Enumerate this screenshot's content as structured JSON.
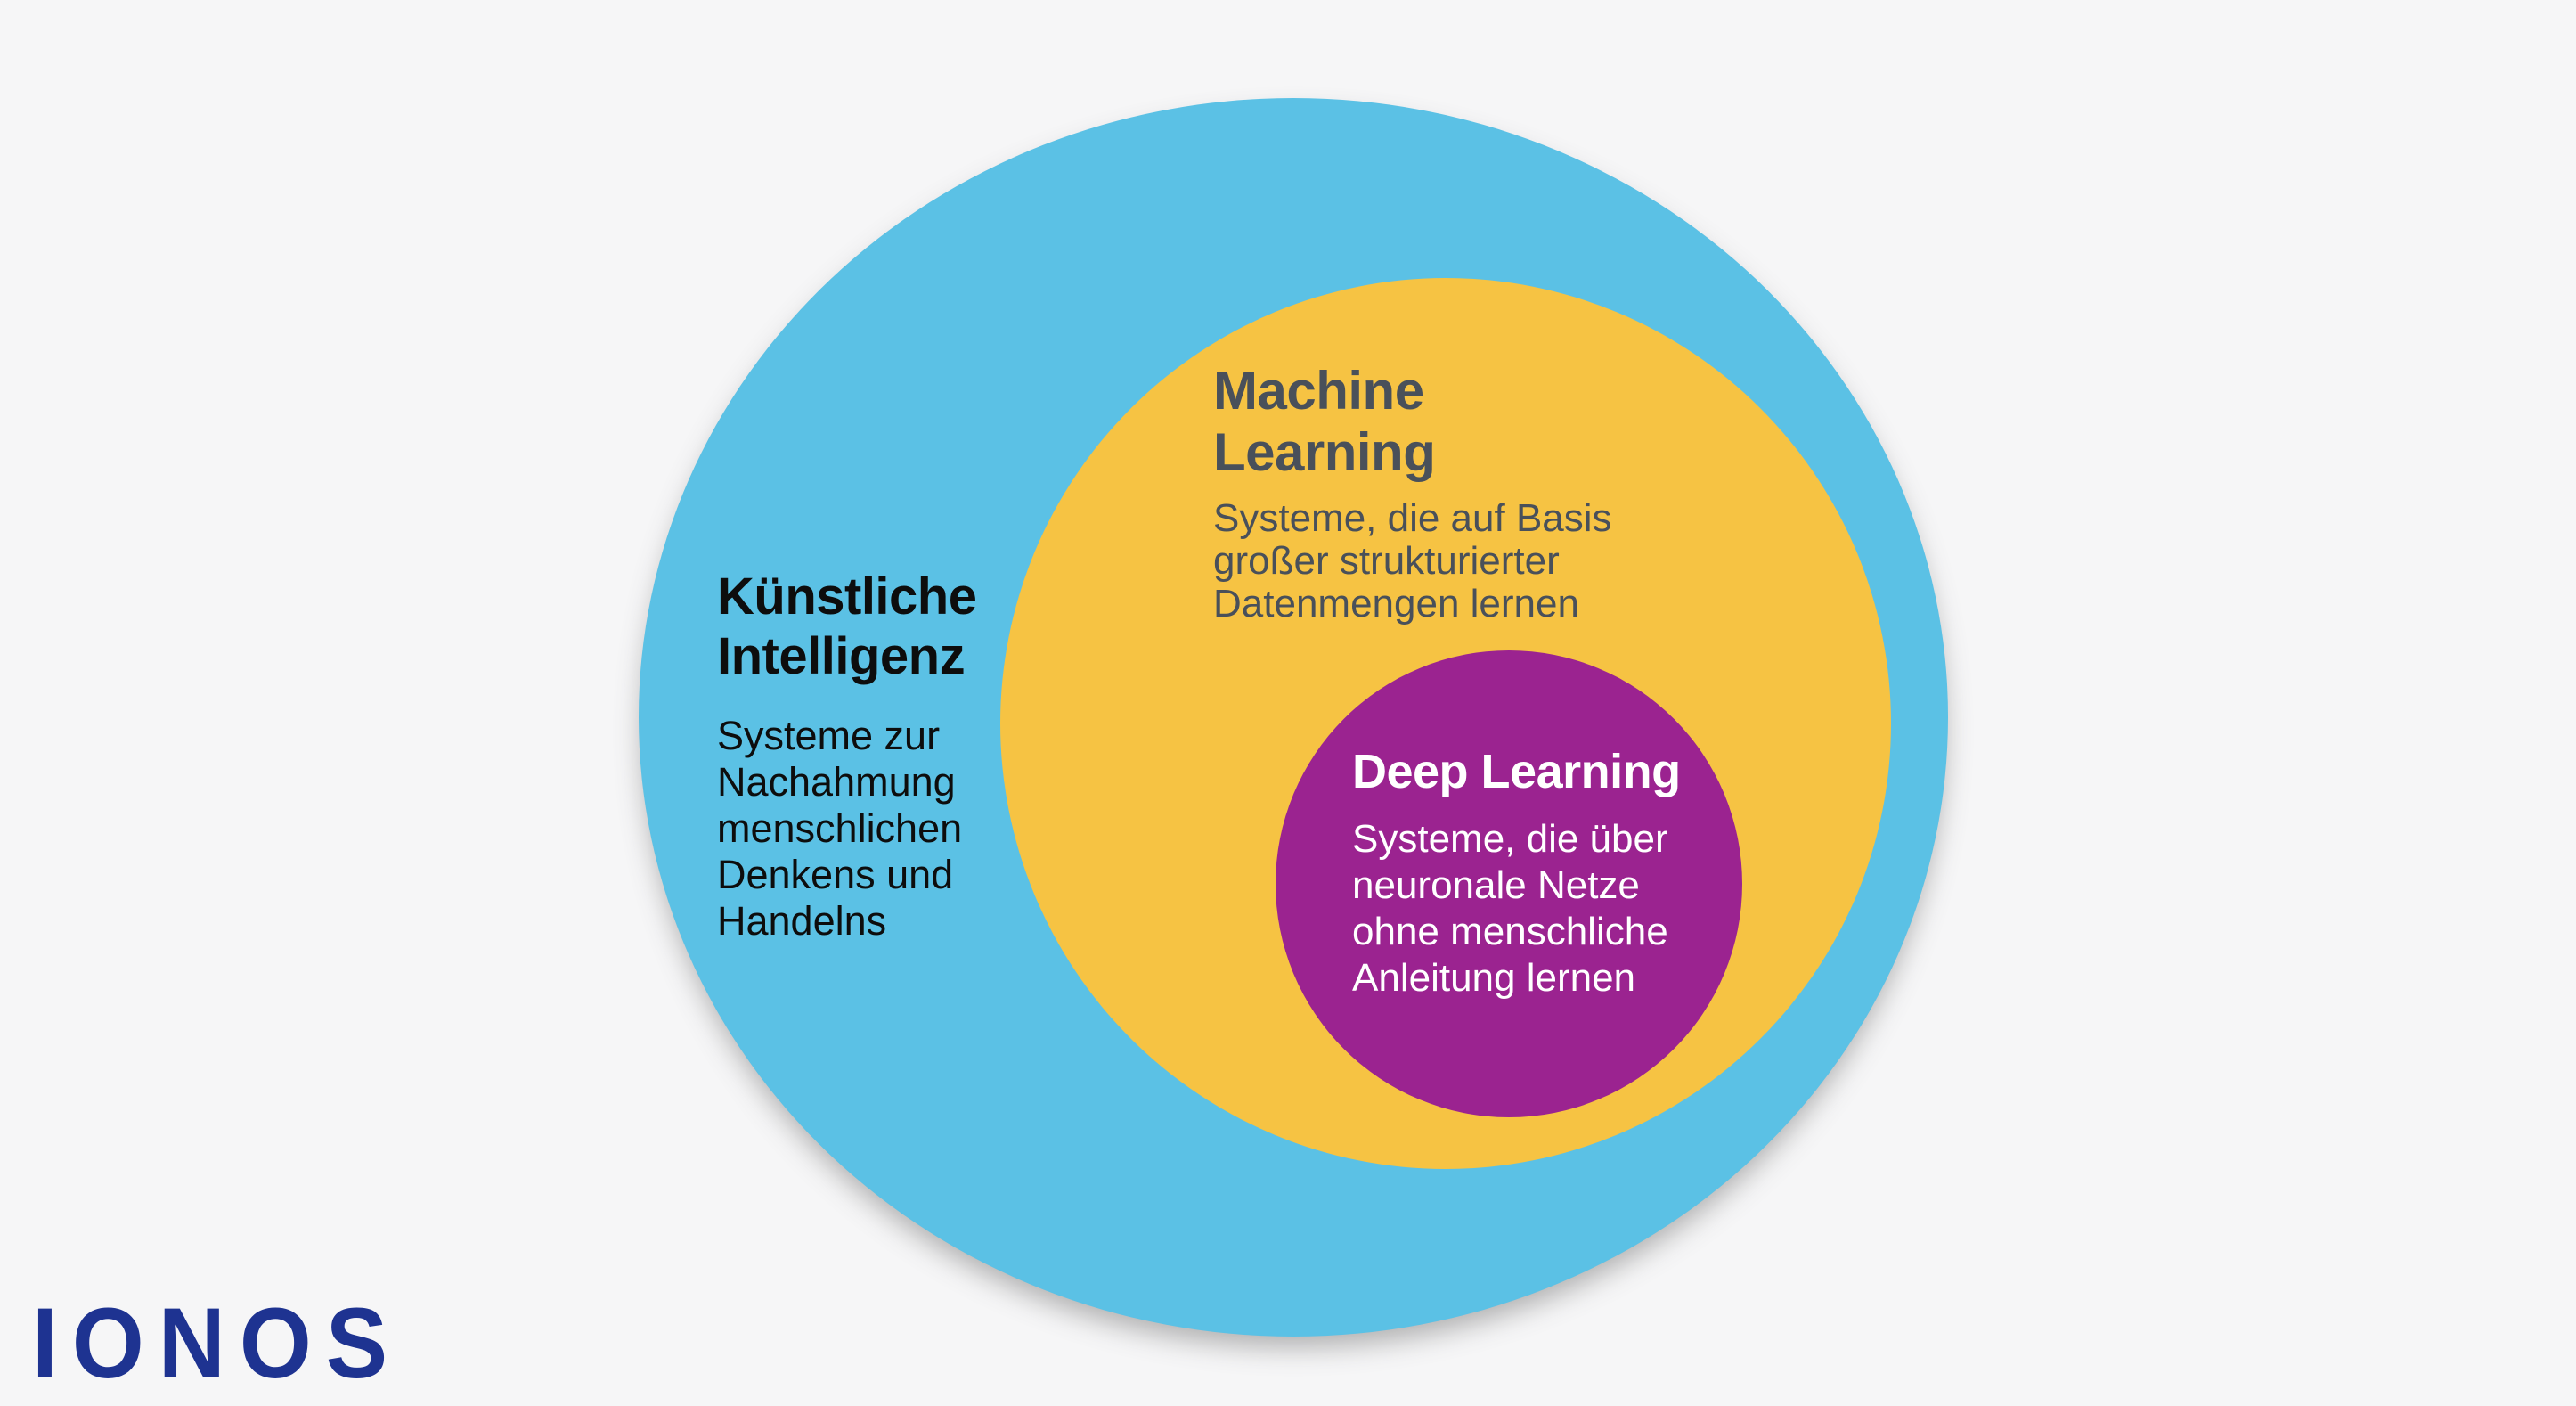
{
  "background_color": "#F6F6F7",
  "diagram": {
    "type": "nested-euler-diagram",
    "ai": {
      "title": "Künstliche Intelligenz",
      "description": "Systeme zur Nachahmung menschlichen Denkens und Handelns",
      "circle_color": "#5BC1E5",
      "text_color": "#0D0D0D"
    },
    "ml": {
      "title": "Machine Learning",
      "description": "Systeme, die auf Basis großer strukturierter Datenmengen lernen",
      "circle_color": "#F6C343",
      "text_color": "#49505A"
    },
    "dl": {
      "title": "Deep Learning",
      "description": "Systeme, die über neuronale Netze ohne menschliche Anleitung lernen",
      "circle_color": "#9B2390",
      "text_color": "#FFFFFF"
    }
  },
  "branding": {
    "logo_text": "IONOS",
    "logo_color": "#1E3391"
  }
}
